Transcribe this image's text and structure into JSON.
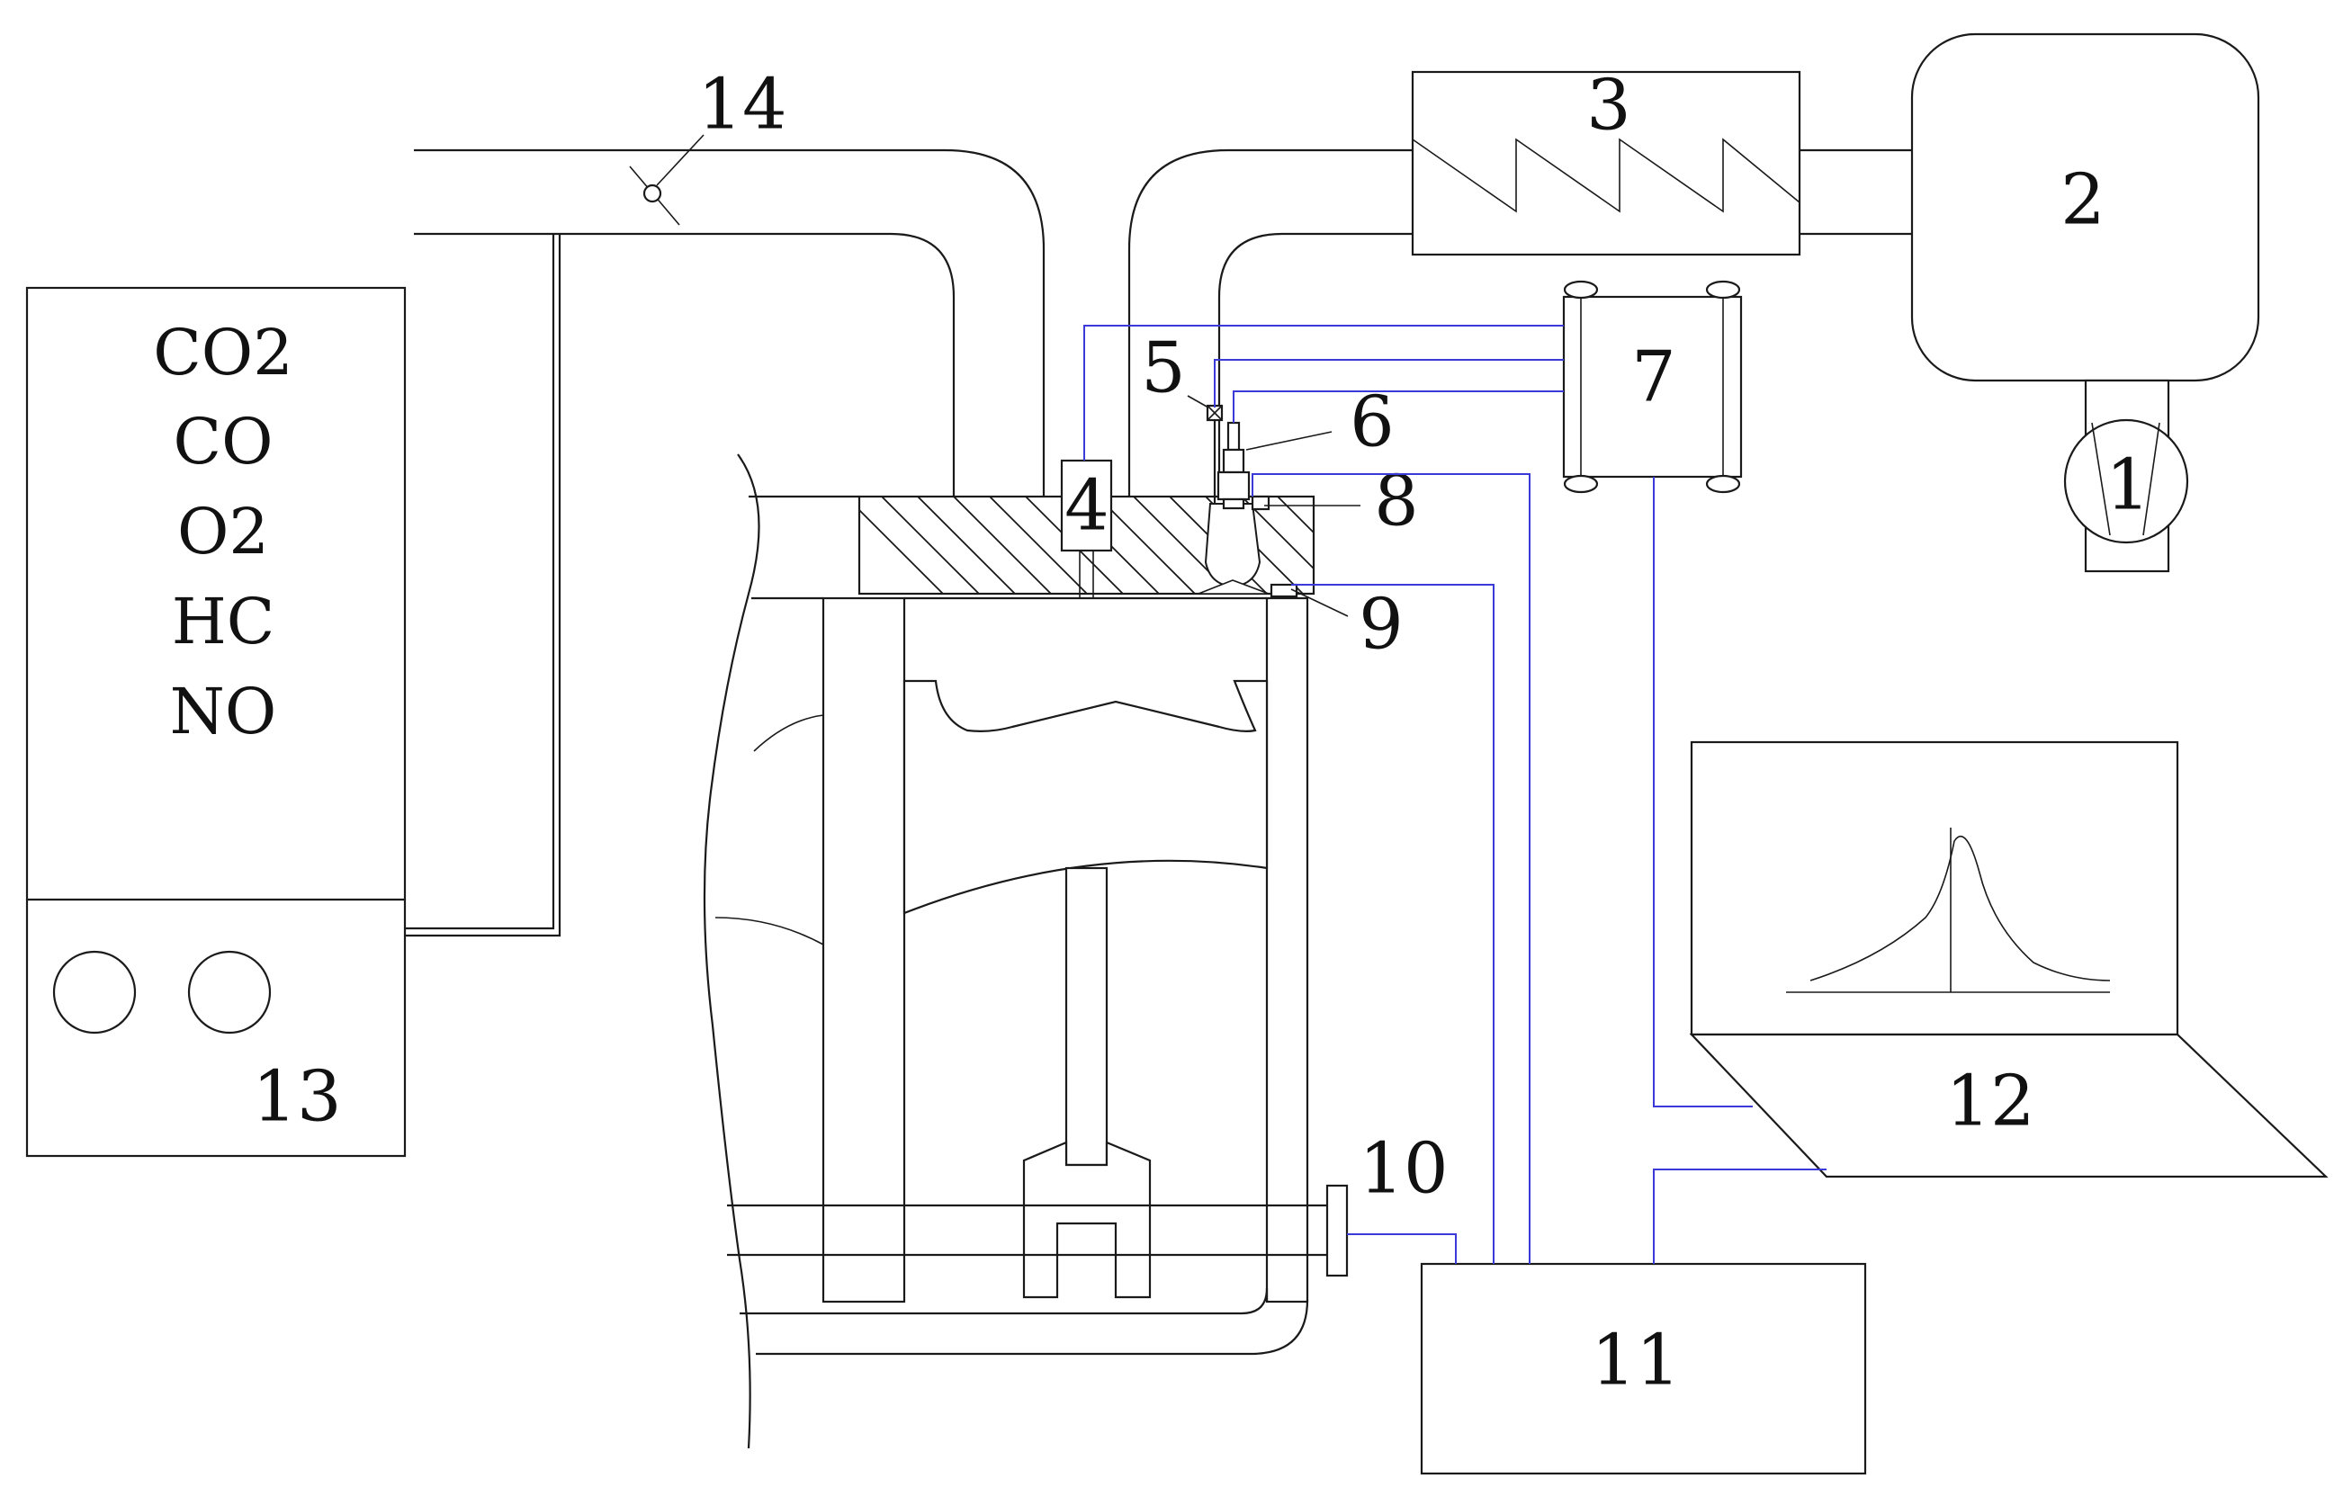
{
  "labels": {
    "n1": "1",
    "n2": "2",
    "n3": "3",
    "n4": "4",
    "n5": "5",
    "n6": "6",
    "n7": "7",
    "n8": "8",
    "n9": "9",
    "n10": "10",
    "n11": "11",
    "n12": "12",
    "n13": "13",
    "n14": "14"
  },
  "analyzer": {
    "gases": [
      "CO2",
      "CO",
      "O2",
      "HC",
      "NO"
    ]
  },
  "colors": {
    "line": "#1a1a1a",
    "signal_wire": "#3a3ad8"
  }
}
